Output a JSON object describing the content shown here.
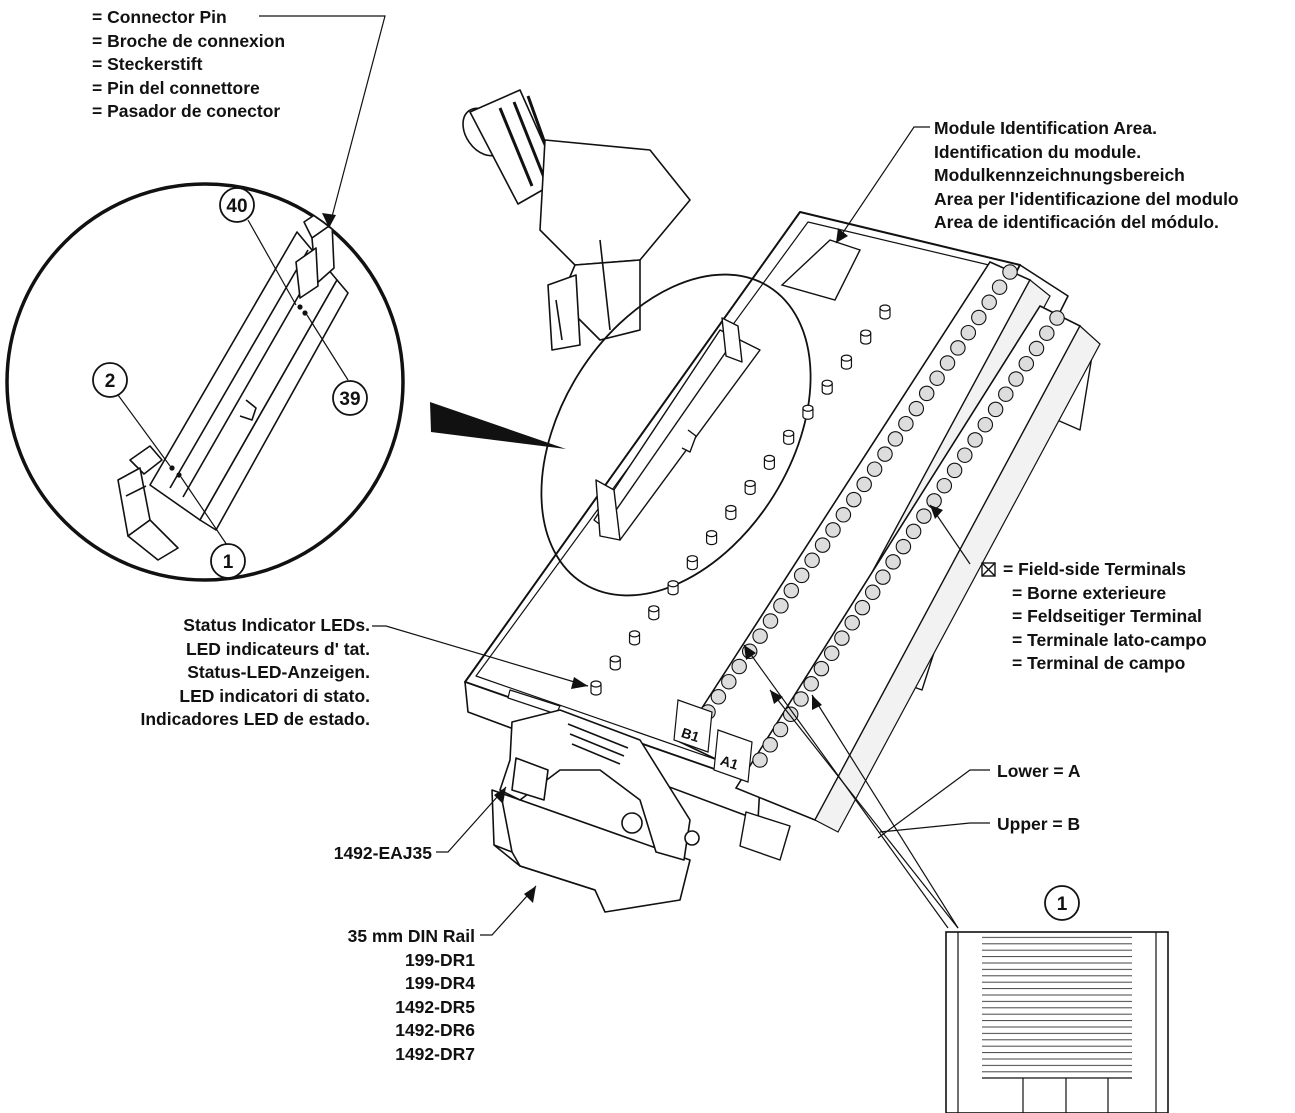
{
  "connector_pin": {
    "lines": [
      "= Connector Pin",
      "= Broche de connexion",
      "= Steckerstift",
      "= Pin del connettore",
      "= Pasador de conector"
    ]
  },
  "module_id_area": {
    "lines": [
      "Module Identification Area.",
      "Identification du module.",
      "Modulkennzeichnungsbereich",
      "Area per l'identificazione del modulo",
      "Area de identificación del módulo."
    ]
  },
  "status_leds": {
    "lines": [
      "Status Indicator LEDs.",
      "LED indicateurs d' tat.",
      "Status-LED-Anzeigen.",
      "LED indicatori di stato.",
      "Indicadores LED de estado."
    ]
  },
  "field_terminals": {
    "lines": [
      "= Field-side Terminals",
      "= Borne exterieure",
      "= Feldseitiger Terminal",
      "= Terminale lato-campo",
      "= Terminal de campo"
    ]
  },
  "lower_label": "Lower = A",
  "upper_label": "Upper = B",
  "jumper_label": "1492-EAJ35",
  "din_rail": {
    "lines": [
      "35 mm DIN Rail",
      "199-DR1",
      "199-DR4",
      "1492-DR5",
      "1492-DR6",
      "1492-DR7"
    ]
  },
  "callouts": {
    "pin_40": "40",
    "pin_39": "39",
    "pin_2": "2",
    "pin_1": "1",
    "cable_1": "1"
  },
  "terminal_marks": {
    "b1": "B1",
    "a1": "A1"
  },
  "icons": {
    "field_terminal_symbol": "boxed-x-icon"
  }
}
